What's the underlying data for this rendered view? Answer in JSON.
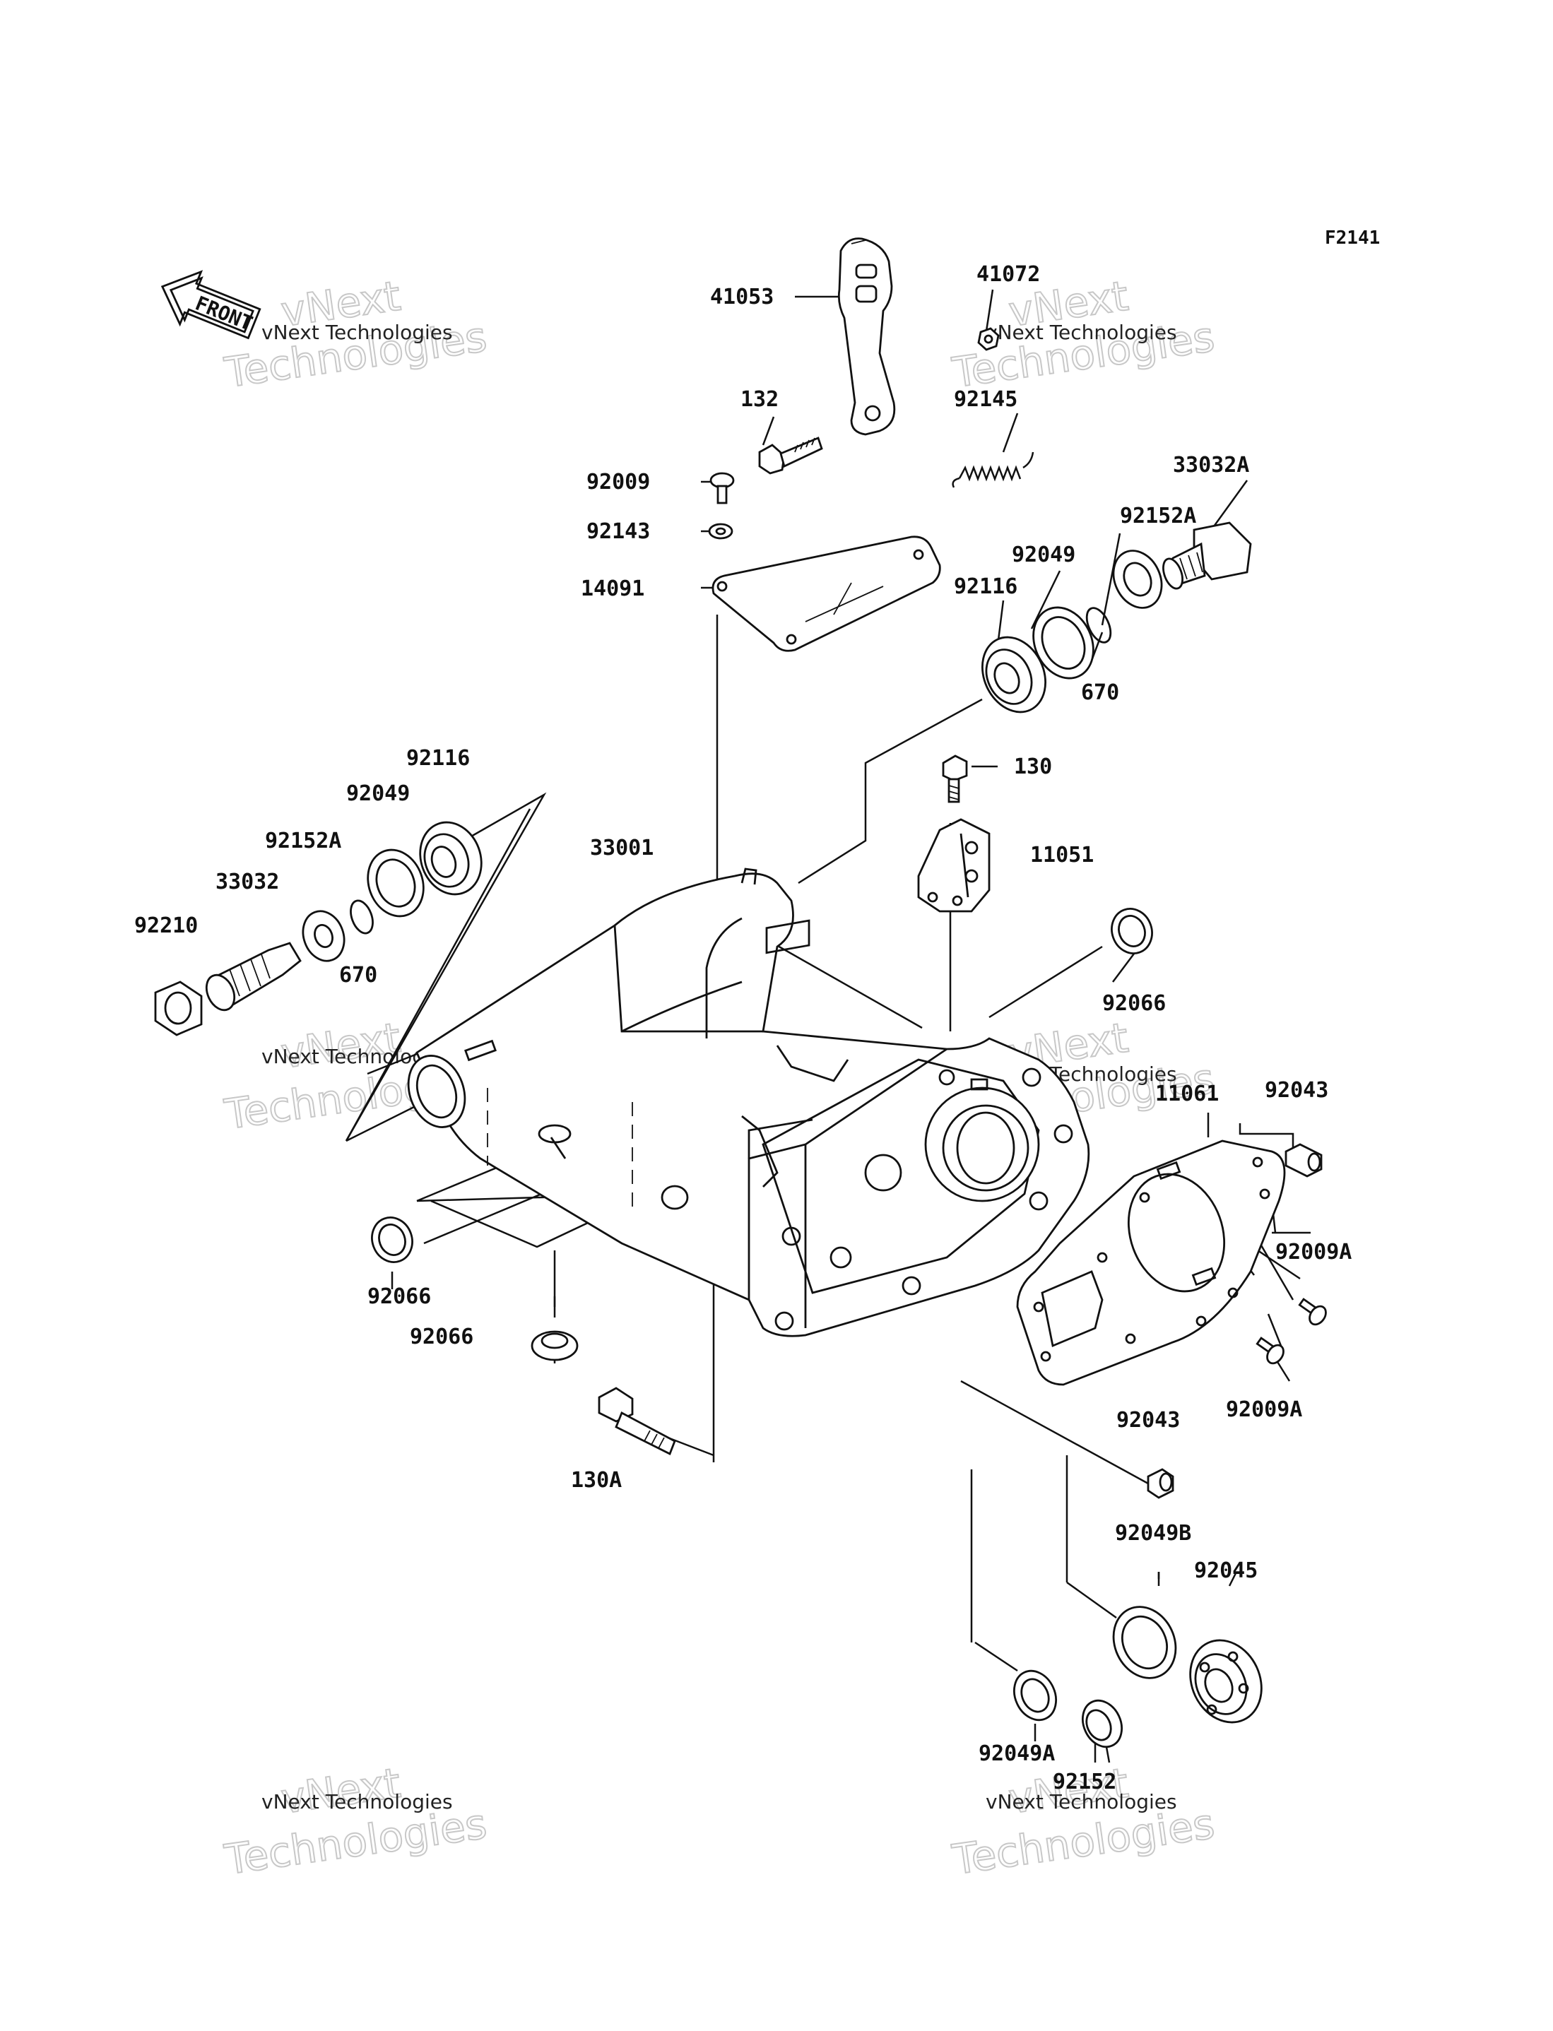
{
  "figure_code": "F2141",
  "front_badge": "FRONT",
  "watermarks": [
    {
      "line1": "vNext Technologies",
      "line2": "vNext",
      "line3": "Technologies"
    },
    {
      "line1": "vNext Technologies",
      "line2": "vNext",
      "line3": "Technologies"
    },
    {
      "line1": "vNext Technologies",
      "line2": "vNext",
      "line3": "Technologies"
    },
    {
      "line1": "vNext Technologies",
      "line2": "vNext",
      "line3": "Technologies"
    },
    {
      "line1": "vNext Technologies",
      "line2": "vNext",
      "line3": "Technologies"
    },
    {
      "line1": "vNext Technologies",
      "line2": "vNext",
      "line3": "Technologies"
    }
  ],
  "labels": {
    "p41053": "41053",
    "p41072": "41072",
    "p132": "132",
    "p92145": "92145",
    "p33032A": "33032A",
    "p92009": "92009",
    "p92143": "92143",
    "p92152A_r": "92152A",
    "p92049_r": "92049",
    "p14091": "14091",
    "p92116_r": "92116",
    "p670_r": "670",
    "p130": "130",
    "p92116_l": "92116",
    "p92049_l": "92049",
    "p11051": "11051",
    "p92152A_l": "92152A",
    "p33001": "33001",
    "p33032": "33032",
    "p92210": "92210",
    "p670_l": "670",
    "p92066_r": "92066",
    "p11061": "11061",
    "p92043_t": "92043",
    "p92009A_t": "92009A",
    "p92066_l": "92066",
    "p92066_b": "92066",
    "p92009A_b": "92009A",
    "p92043_b": "92043",
    "p130A": "130A",
    "p92049B": "92049B",
    "p92045": "92045",
    "p92049A": "92049A",
    "p92152": "92152"
  }
}
